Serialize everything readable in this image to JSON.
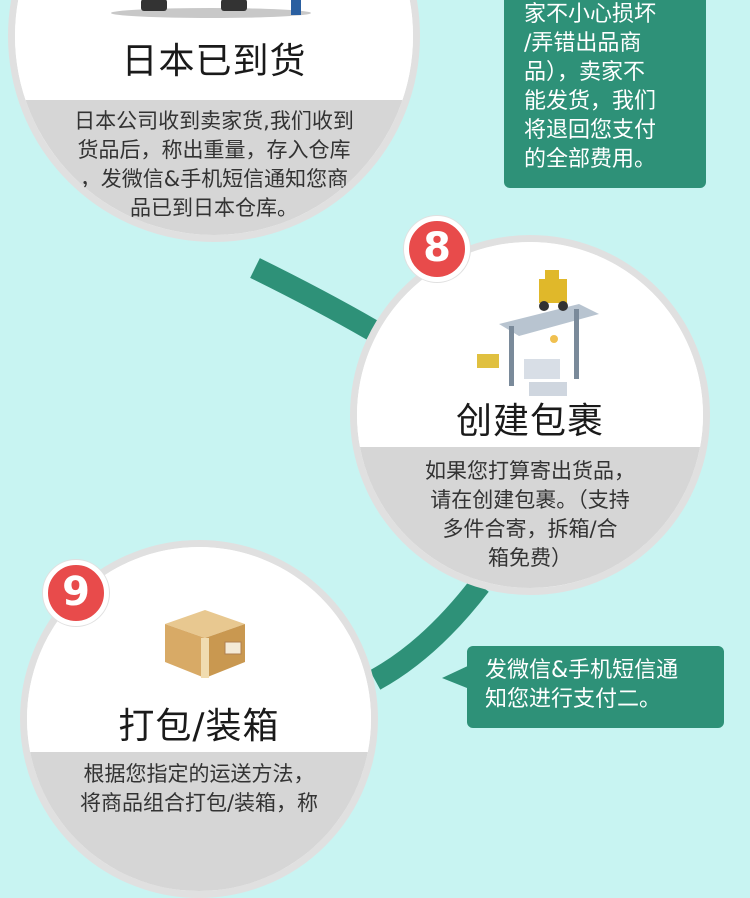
{
  "steps": [
    {
      "title": "日本已到货",
      "description_lines": [
        "日本公司收到卖家货,我们收到",
        "货品后，称出重量，存入仓库",
        "，发微信&手机短信通知您商",
        "品已到日本仓库。"
      ]
    },
    {
      "number": "8",
      "title": "创建包裹",
      "description_lines": [
        "如果您打算寄出货品，",
        "请在创建包裹。（支持",
        "多件合寄，拆箱/合",
        "箱免费）"
      ]
    },
    {
      "number": "9",
      "title": "打包/装箱",
      "description_lines": [
        "根据您指定的运送方法，",
        "将商品组合打包/装箱，称"
      ]
    }
  ],
  "notes": {
    "refund_lines": [
      "家不小心损坏",
      "/弄错出品商",
      "品），卖家不",
      "能发货，我们",
      "将退回您支付",
      "的全部费用。"
    ],
    "payment_lines": [
      "发微信&手机短信通",
      "知您进行支付二。"
    ]
  },
  "colors": {
    "background": "#c8f4f2",
    "connector": "#2e9178",
    "badge": "#e84b4b",
    "bubble": "#2e9178"
  }
}
